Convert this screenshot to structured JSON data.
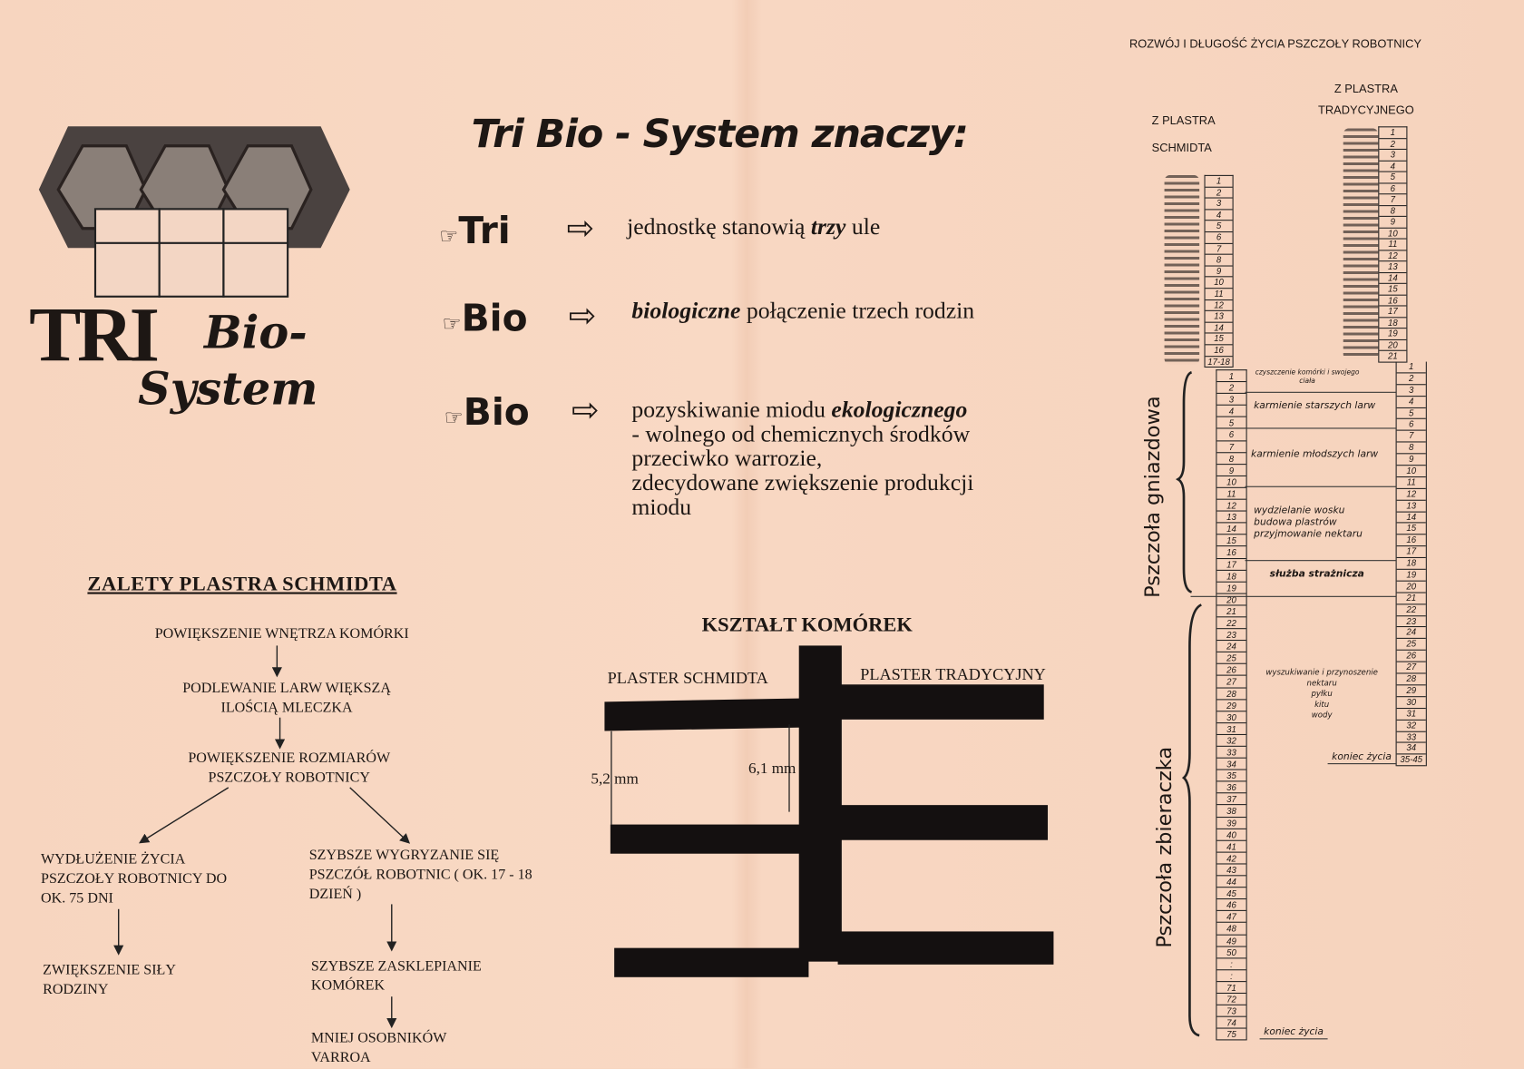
{
  "header": {
    "title": "Tri Bio - System znaczy:"
  },
  "logo": {
    "line1": "TRI",
    "line2": "Bio-",
    "line3": "System"
  },
  "meanings": [
    {
      "keyword": "Tri",
      "text_before": "jednostkę stanowią ",
      "emphasis": "trzy",
      "text_after": " ule"
    },
    {
      "keyword": "Bio",
      "text_before": "",
      "emphasis": "biologiczne",
      "text_after": " połączenie trzech rodzin"
    },
    {
      "keyword": "Bio",
      "lines": [
        "pozyskiwanie miodu ",
        "- wolnego od chemicznych środków",
        "przeciwko warrozie,",
        "zdecydowane zwiększenie produkcji",
        "miodu"
      ],
      "emphasis": "ekologicznego"
    }
  ],
  "advantages": {
    "title": "ZALETY PLASTRA SCHMIDTA",
    "nodes": {
      "n1": "POWIĘKSZENIE WNĘTRZA KOMÓRKI",
      "n2": "PODLEWANIE LARW WIĘKSZĄ ILOŚCIĄ MLECZKA",
      "n3": "POWIĘKSZENIE ROZMIARÓW PSZCZOŁY ROBOTNICY",
      "n4": "WYDŁUŻENIE ŻYCIA PSZCZOŁY ROBOTNICY DO OK. 75 DNI",
      "n5": "ZWIĘKSZENIE SIŁY RODZINY",
      "n6": "SZYBSZE WYGRYZANIE SIĘ PSZCZÓŁ ROBOTNIC ( OK. 17 - 18 DZIEŃ )",
      "n7": "SZYBSZE ZASKLEPIANIE KOMÓREK",
      "n8": "MNIEJ OSOBNIKÓW VARROA"
    }
  },
  "cells": {
    "title": "KSZTAŁT KOMÓREK",
    "left": "PLASTER SCHMIDTA",
    "right": "PLASTER TRADYCYJNY",
    "dim_left": "5,2 mm",
    "dim_right": "6,1 mm"
  },
  "lifecycle": {
    "title": "ROZWÓJ I DŁUGOŚĆ ŻYCIA PSZCZOŁY ROBOTNICY",
    "schmidt_label": [
      "Z PLASTRA",
      "SCHMIDTA"
    ],
    "traditional_label": [
      "Z PLASTRA",
      "TRADYCYJNEGO"
    ],
    "schmidt_brood": [
      "1",
      "2",
      "3",
      "4",
      "5",
      "6",
      "7",
      "8",
      "9",
      "10",
      "11",
      "12",
      "13",
      "14",
      "15",
      "16",
      "17-18"
    ],
    "schmidt_adult": [
      "1",
      "2",
      "3",
      "4",
      "5",
      "6",
      "7",
      "8",
      "9",
      "10",
      "11",
      "12",
      "13",
      "14",
      "15",
      "16",
      "17",
      "18",
      "19",
      "20",
      "21",
      "22",
      "23",
      "24",
      "25",
      "26",
      "27",
      "28",
      "29",
      "30",
      "31",
      "32",
      "33",
      "34",
      "35",
      "36",
      "37",
      "38",
      "39",
      "40",
      "41",
      "42",
      "43",
      "44",
      "45",
      "46",
      "47",
      "48",
      "49",
      "50",
      ":",
      ":",
      "71",
      "72",
      "73",
      "74",
      "75"
    ],
    "traditional_brood": [
      "1",
      "2",
      "3",
      "4",
      "5",
      "6",
      "7",
      "8",
      "9",
      "10",
      "11",
      "12",
      "13",
      "14",
      "15",
      "16",
      "17",
      "18",
      "19",
      "20",
      "21"
    ],
    "traditional_adult": [
      "1",
      "2",
      "3",
      "4",
      "5",
      "6",
      "7",
      "8",
      "9",
      "10",
      "11",
      "12",
      "13",
      "14",
      "15",
      "16",
      "17",
      "18",
      "19",
      "20",
      "21",
      "22",
      "23",
      "24",
      "25",
      "26",
      "27",
      "28",
      "29",
      "30",
      "31",
      "32",
      "33",
      "34",
      "35-45"
    ],
    "tasks": [
      "czyszczenie komórki i swojego ciała",
      "karmienie starszych larw",
      "karmienie młodszych larw",
      "wydzielanie wosku",
      "budowa plastrów",
      "przyjmowanie nektaru",
      "służba strażnicza",
      "wyszukiwanie i przynoszenie",
      "nektaru",
      "pyłku",
      "kitu",
      "wody"
    ],
    "end_of_life": "koniec życia",
    "phase_nest": "Pszczoła gniazdowa",
    "phase_forager": "Pszczoła zbieraczka"
  }
}
